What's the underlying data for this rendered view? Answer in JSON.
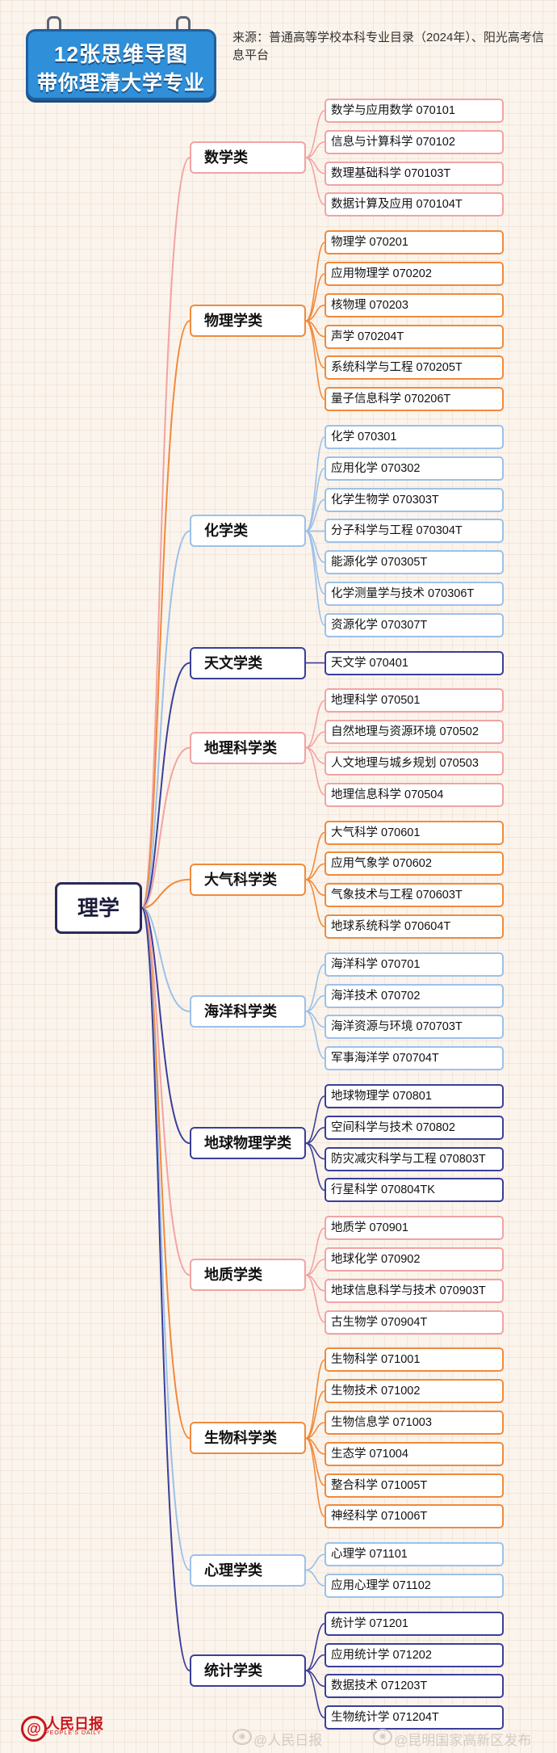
{
  "header": {
    "title_line1": "12张思维导图",
    "title_line2": "带你理清大学专业",
    "source_text": "来源：普通高等学校本科专业目录（2024年）、阳光高考信息平台"
  },
  "root": {
    "label": "理学"
  },
  "categories": [
    {
      "label": "数学类",
      "color": "#f2a3a3",
      "items": [
        "数学与应用数学 070101",
        "信息与计算科学 070102",
        "数理基础科学 070103T",
        "数据计算及应用 070104T"
      ]
    },
    {
      "label": "物理学类",
      "color": "#f08a3c",
      "items": [
        "物理学 070201",
        "应用物理学 070202",
        "核物理 070203",
        "声学 070204T",
        "系统科学与工程 070205T",
        "量子信息科学 070206T"
      ]
    },
    {
      "label": "化学类",
      "color": "#9bc1ea",
      "items": [
        "化学 070301",
        "应用化学 070302",
        "化学生物学 070303T",
        "分子科学与工程 070304T",
        "能源化学 070305T",
        "化学测量学与技术 070306T",
        "资源化学 070307T"
      ]
    },
    {
      "label": "天文学类",
      "color": "#3a3f9a",
      "items": [
        "天文学 070401"
      ]
    },
    {
      "label": "地理科学类",
      "color": "#f2a3a3",
      "items": [
        "地理科学 070501",
        "自然地理与资源环境 070502",
        "人文地理与城乡规划 070503",
        "地理信息科学 070504"
      ]
    },
    {
      "label": "大气科学类",
      "color": "#f08a3c",
      "items": [
        "大气科学 070601",
        "应用气象学 070602",
        "气象技术与工程 070603T",
        "地球系统科学 070604T"
      ]
    },
    {
      "label": "海洋科学类",
      "color": "#9bc1ea",
      "items": [
        "海洋科学 070701",
        "海洋技术 070702",
        "海洋资源与环境 070703T",
        "军事海洋学 070704T"
      ]
    },
    {
      "label": "地球物理学类",
      "color": "#3a3f9a",
      "items": [
        "地球物理学 070801",
        "空间科学与技术 070802",
        "防灾减灾科学与工程 070803T",
        "行星科学 070804TK"
      ]
    },
    {
      "label": "地质学类",
      "color": "#f2a3a3",
      "items": [
        "地质学 070901",
        "地球化学 070902",
        "地球信息科学与技术 070903T",
        "古生物学 070904T"
      ]
    },
    {
      "label": "生物科学类",
      "color": "#f08a3c",
      "items": [
        "生物科学 071001",
        "生物技术 071002",
        "生物信息学 071003",
        "生态学 071004",
        "整合科学 071005T",
        "神经科学 071006T"
      ]
    },
    {
      "label": "心理学类",
      "color": "#9bc1ea",
      "items": [
        "心理学 071101",
        "应用心理学 071102"
      ]
    },
    {
      "label": "统计学类",
      "color": "#3a3f9a",
      "items": [
        "统计学 071201",
        "应用统计学 071202",
        "数据技术 071203T",
        "生物统计学 071204T"
      ]
    }
  ],
  "footer": {
    "logo_symbol": "@",
    "logo_text": "人民日报",
    "logo_sub": "PEOPLE'S DAILY",
    "watermark1": "@人民日报",
    "watermark2": "@昆明国家高新区发布"
  },
  "colors": {
    "background": "#fbf4ec",
    "title_bg": "#2f8fd8",
    "logo_red": "#c8161d"
  }
}
